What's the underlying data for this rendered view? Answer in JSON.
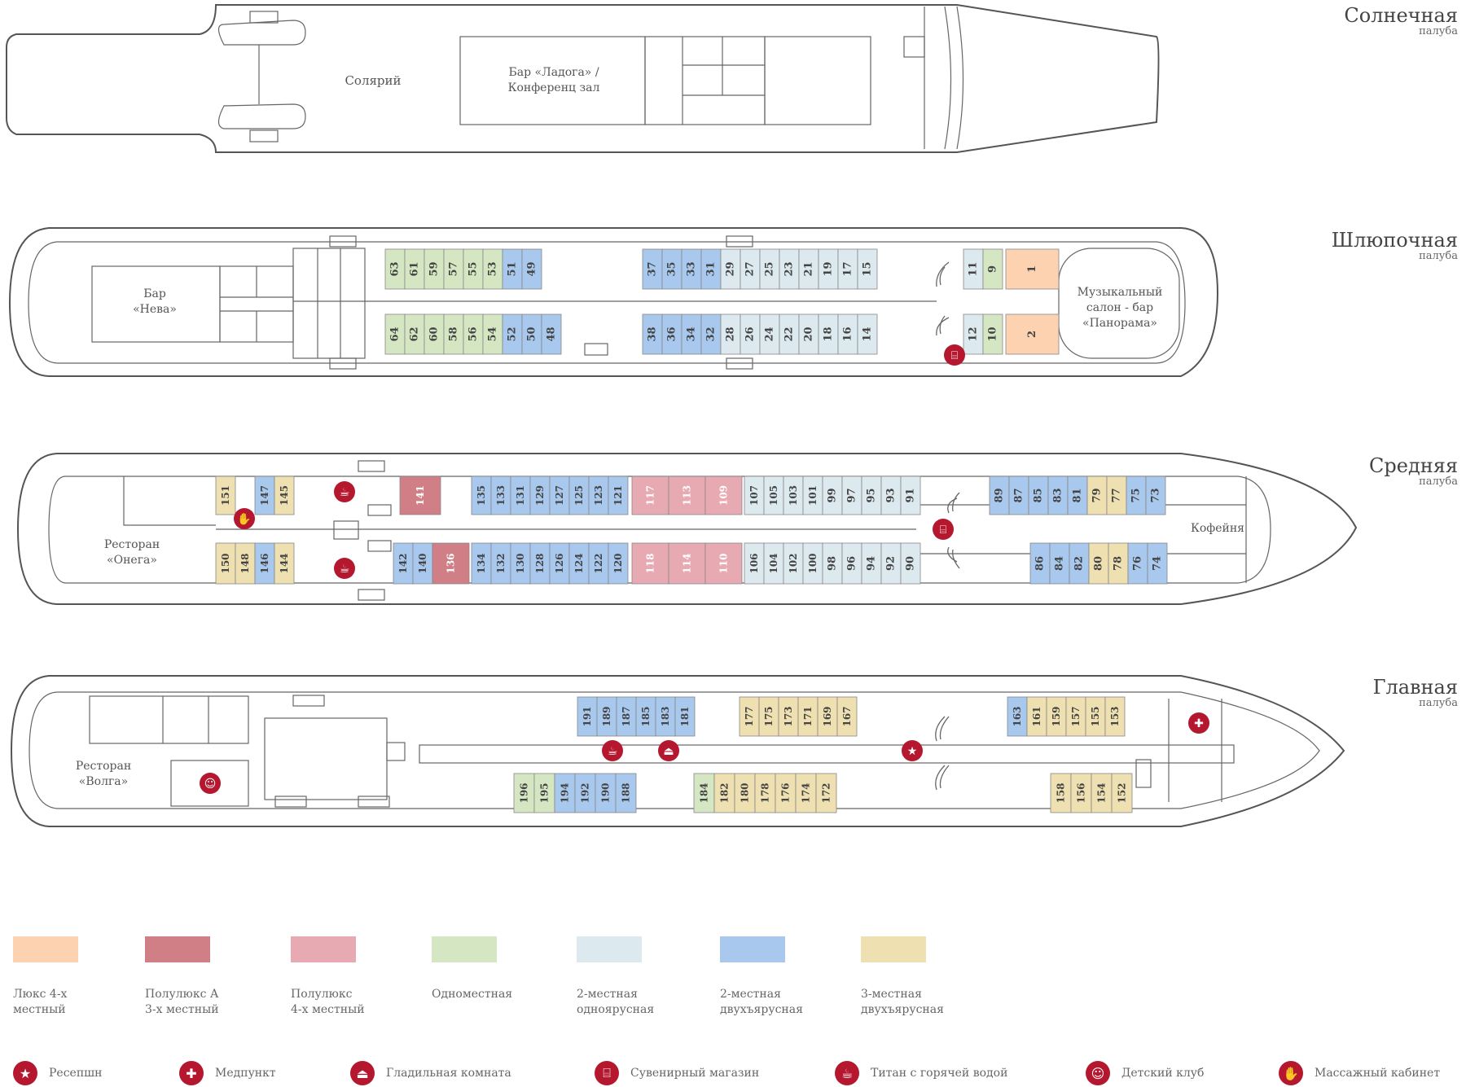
{
  "colors": {
    "luxe": "#fdd2b1",
    "semi_a": "#cf7f85",
    "semi_4": "#e8aab2",
    "single": "#d5e6c3",
    "double_single": "#dceaef",
    "double_bunk": "#a8c8ee",
    "triple_bunk": "#eee0b0",
    "icon": "#b5172f",
    "outline": "#555555"
  },
  "decks": [
    {
      "key": "sun",
      "title": "Солнечная",
      "subtitle": "палуба"
    },
    {
      "key": "boat",
      "title": "Шлюпочная",
      "subtitle": "палуба"
    },
    {
      "key": "middle",
      "title": "Средняя",
      "subtitle": "палуба"
    },
    {
      "key": "main",
      "title": "Главная",
      "subtitle": "палуба"
    }
  ],
  "rooms": {
    "sun_solarium": "Солярий",
    "sun_bar": "Бар «Ладога» /\nКонференц зал",
    "boat_bar": "Бар\n«Нева»",
    "boat_salon": "Музыкальный\nсалон - бар\n«Панорама»",
    "mid_restaurant": "Ресторан\n«Онега»",
    "mid_cafe": "Кофейня",
    "main_restaurant": "Ресторан\n«Волга»"
  },
  "cabins": {
    "boat_top": [
      {
        "n": "63",
        "c": "single"
      },
      {
        "n": "61",
        "c": "single"
      },
      {
        "n": "59",
        "c": "single"
      },
      {
        "n": "57",
        "c": "single"
      },
      {
        "n": "55",
        "c": "single"
      },
      {
        "n": "53",
        "c": "single"
      },
      {
        "n": "51",
        "c": "double_bunk"
      },
      {
        "n": "49",
        "c": "double_bunk"
      },
      {
        "n": "37",
        "c": "double_bunk"
      },
      {
        "n": "35",
        "c": "double_bunk"
      },
      {
        "n": "33",
        "c": "double_bunk"
      },
      {
        "n": "31",
        "c": "double_bunk"
      },
      {
        "n": "29",
        "c": "double_single"
      },
      {
        "n": "27",
        "c": "double_single"
      },
      {
        "n": "25",
        "c": "double_single"
      },
      {
        "n": "23",
        "c": "double_single"
      },
      {
        "n": "21",
        "c": "double_single"
      },
      {
        "n": "19",
        "c": "double_single"
      },
      {
        "n": "17",
        "c": "double_single"
      },
      {
        "n": "15",
        "c": "double_single"
      },
      {
        "n": "11",
        "c": "double_single"
      },
      {
        "n": "9",
        "c": "single"
      },
      {
        "n": "1",
        "c": "luxe"
      }
    ],
    "boat_bottom": [
      {
        "n": "64",
        "c": "single"
      },
      {
        "n": "62",
        "c": "single"
      },
      {
        "n": "60",
        "c": "single"
      },
      {
        "n": "58",
        "c": "single"
      },
      {
        "n": "56",
        "c": "single"
      },
      {
        "n": "54",
        "c": "single"
      },
      {
        "n": "52",
        "c": "double_bunk"
      },
      {
        "n": "50",
        "c": "double_bunk"
      },
      {
        "n": "48",
        "c": "double_bunk"
      },
      {
        "n": "38",
        "c": "double_bunk"
      },
      {
        "n": "36",
        "c": "double_bunk"
      },
      {
        "n": "34",
        "c": "double_bunk"
      },
      {
        "n": "32",
        "c": "double_bunk"
      },
      {
        "n": "28",
        "c": "double_single"
      },
      {
        "n": "26",
        "c": "double_single"
      },
      {
        "n": "24",
        "c": "double_single"
      },
      {
        "n": "22",
        "c": "double_single"
      },
      {
        "n": "20",
        "c": "double_single"
      },
      {
        "n": "18",
        "c": "double_single"
      },
      {
        "n": "16",
        "c": "double_single"
      },
      {
        "n": "14",
        "c": "double_single"
      },
      {
        "n": "12",
        "c": "double_single"
      },
      {
        "n": "10",
        "c": "single"
      },
      {
        "n": "2",
        "c": "luxe"
      }
    ],
    "mid_top": [
      {
        "n": "151",
        "c": "triple_bunk"
      },
      {
        "n": "147",
        "c": "double_bunk"
      },
      {
        "n": "145",
        "c": "triple_bunk"
      },
      {
        "n": "141",
        "c": "semi_a"
      },
      {
        "n": "135",
        "c": "double_bunk"
      },
      {
        "n": "133",
        "c": "double_bunk"
      },
      {
        "n": "131",
        "c": "double_bunk"
      },
      {
        "n": "129",
        "c": "double_bunk"
      },
      {
        "n": "127",
        "c": "double_bunk"
      },
      {
        "n": "125",
        "c": "double_bunk"
      },
      {
        "n": "123",
        "c": "double_bunk"
      },
      {
        "n": "121",
        "c": "double_bunk"
      },
      {
        "n": "117",
        "c": "semi_4"
      },
      {
        "n": "113",
        "c": "semi_4"
      },
      {
        "n": "109",
        "c": "semi_4"
      },
      {
        "n": "107",
        "c": "double_single"
      },
      {
        "n": "105",
        "c": "double_single"
      },
      {
        "n": "103",
        "c": "double_single"
      },
      {
        "n": "101",
        "c": "double_single"
      },
      {
        "n": "99",
        "c": "double_single"
      },
      {
        "n": "97",
        "c": "double_single"
      },
      {
        "n": "95",
        "c": "double_single"
      },
      {
        "n": "93",
        "c": "double_single"
      },
      {
        "n": "91",
        "c": "double_single"
      },
      {
        "n": "89",
        "c": "double_bunk"
      },
      {
        "n": "87",
        "c": "double_bunk"
      },
      {
        "n": "85",
        "c": "double_bunk"
      },
      {
        "n": "83",
        "c": "double_bunk"
      },
      {
        "n": "81",
        "c": "double_bunk"
      },
      {
        "n": "79",
        "c": "triple_bunk"
      },
      {
        "n": "77",
        "c": "triple_bunk"
      },
      {
        "n": "75",
        "c": "double_bunk"
      },
      {
        "n": "73",
        "c": "double_bunk"
      }
    ],
    "mid_bottom": [
      {
        "n": "150",
        "c": "triple_bunk"
      },
      {
        "n": "148",
        "c": "triple_bunk"
      },
      {
        "n": "146",
        "c": "double_bunk"
      },
      {
        "n": "144",
        "c": "triple_bunk"
      },
      {
        "n": "142",
        "c": "double_bunk"
      },
      {
        "n": "140",
        "c": "double_bunk"
      },
      {
        "n": "136",
        "c": "semi_a"
      },
      {
        "n": "134",
        "c": "double_bunk"
      },
      {
        "n": "132",
        "c": "double_bunk"
      },
      {
        "n": "130",
        "c": "double_bunk"
      },
      {
        "n": "128",
        "c": "double_bunk"
      },
      {
        "n": "126",
        "c": "double_bunk"
      },
      {
        "n": "124",
        "c": "double_bunk"
      },
      {
        "n": "122",
        "c": "double_bunk"
      },
      {
        "n": "120",
        "c": "double_bunk"
      },
      {
        "n": "118",
        "c": "semi_4"
      },
      {
        "n": "114",
        "c": "semi_4"
      },
      {
        "n": "110",
        "c": "semi_4"
      },
      {
        "n": "106",
        "c": "double_single"
      },
      {
        "n": "104",
        "c": "double_single"
      },
      {
        "n": "102",
        "c": "double_single"
      },
      {
        "n": "100",
        "c": "double_single"
      },
      {
        "n": "98",
        "c": "double_single"
      },
      {
        "n": "96",
        "c": "double_single"
      },
      {
        "n": "94",
        "c": "double_single"
      },
      {
        "n": "92",
        "c": "double_single"
      },
      {
        "n": "90",
        "c": "double_single"
      },
      {
        "n": "86",
        "c": "double_bunk"
      },
      {
        "n": "84",
        "c": "double_bunk"
      },
      {
        "n": "82",
        "c": "double_bunk"
      },
      {
        "n": "80",
        "c": "triple_bunk"
      },
      {
        "n": "78",
        "c": "triple_bunk"
      },
      {
        "n": "76",
        "c": "double_bunk"
      },
      {
        "n": "74",
        "c": "double_bunk"
      }
    ],
    "main_top": [
      {
        "n": "191",
        "c": "double_bunk"
      },
      {
        "n": "189",
        "c": "double_bunk"
      },
      {
        "n": "187",
        "c": "double_bunk"
      },
      {
        "n": "185",
        "c": "double_bunk"
      },
      {
        "n": "183",
        "c": "double_bunk"
      },
      {
        "n": "181",
        "c": "double_bunk"
      },
      {
        "n": "177",
        "c": "triple_bunk"
      },
      {
        "n": "175",
        "c": "triple_bunk"
      },
      {
        "n": "173",
        "c": "triple_bunk"
      },
      {
        "n": "171",
        "c": "triple_bunk"
      },
      {
        "n": "169",
        "c": "triple_bunk"
      },
      {
        "n": "167",
        "c": "triple_bunk"
      },
      {
        "n": "163",
        "c": "double_bunk"
      },
      {
        "n": "161",
        "c": "triple_bunk"
      },
      {
        "n": "159",
        "c": "triple_bunk"
      },
      {
        "n": "157",
        "c": "triple_bunk"
      },
      {
        "n": "155",
        "c": "triple_bunk"
      },
      {
        "n": "153",
        "c": "triple_bunk"
      }
    ],
    "main_bottom": [
      {
        "n": "196",
        "c": "single"
      },
      {
        "n": "195",
        "c": "single"
      },
      {
        "n": "194",
        "c": "double_bunk"
      },
      {
        "n": "192",
        "c": "double_bunk"
      },
      {
        "n": "190",
        "c": "double_bunk"
      },
      {
        "n": "188",
        "c": "double_bunk"
      },
      {
        "n": "184",
        "c": "single"
      },
      {
        "n": "182",
        "c": "triple_bunk"
      },
      {
        "n": "180",
        "c": "triple_bunk"
      },
      {
        "n": "178",
        "c": "triple_bunk"
      },
      {
        "n": "176",
        "c": "triple_bunk"
      },
      {
        "n": "174",
        "c": "triple_bunk"
      },
      {
        "n": "172",
        "c": "triple_bunk"
      },
      {
        "n": "158",
        "c": "triple_bunk"
      },
      {
        "n": "156",
        "c": "triple_bunk"
      },
      {
        "n": "154",
        "c": "triple_bunk"
      },
      {
        "n": "152",
        "c": "triple_bunk"
      }
    ]
  },
  "legend_categories": [
    {
      "key": "luxe",
      "label": "Люкс 4-х\nместный"
    },
    {
      "key": "semi_a",
      "label": "Полулюкс А\n3-х местный"
    },
    {
      "key": "semi_4",
      "label": "Полулюкс\n4-х местный"
    },
    {
      "key": "single",
      "label": "Одноместная"
    },
    {
      "key": "double_single",
      "label": "2-местная\nодноярусная"
    },
    {
      "key": "double_bunk",
      "label": "2-местная\nдвухъярусная"
    },
    {
      "key": "triple_bunk",
      "label": "3-местная\nдвухъярусная"
    }
  ],
  "legend_services": [
    {
      "icon": "star-icon",
      "glyph": "★",
      "label": "Ресепшн"
    },
    {
      "icon": "medical-cross-icon",
      "glyph": "✚",
      "label": "Медпункт"
    },
    {
      "icon": "iron-icon",
      "glyph": "⏏",
      "label": "Гладильная комната"
    },
    {
      "icon": "gift-icon",
      "glyph": "⌸",
      "label": "Сувенирный магазин"
    },
    {
      "icon": "kettle-icon",
      "glyph": "☕",
      "label": "Титан с горячей водой"
    },
    {
      "icon": "kids-club-icon",
      "glyph": "☺",
      "label": "Детский клуб"
    },
    {
      "icon": "massage-hand-icon",
      "glyph": "✋",
      "label": "Массажный кабинет"
    }
  ]
}
